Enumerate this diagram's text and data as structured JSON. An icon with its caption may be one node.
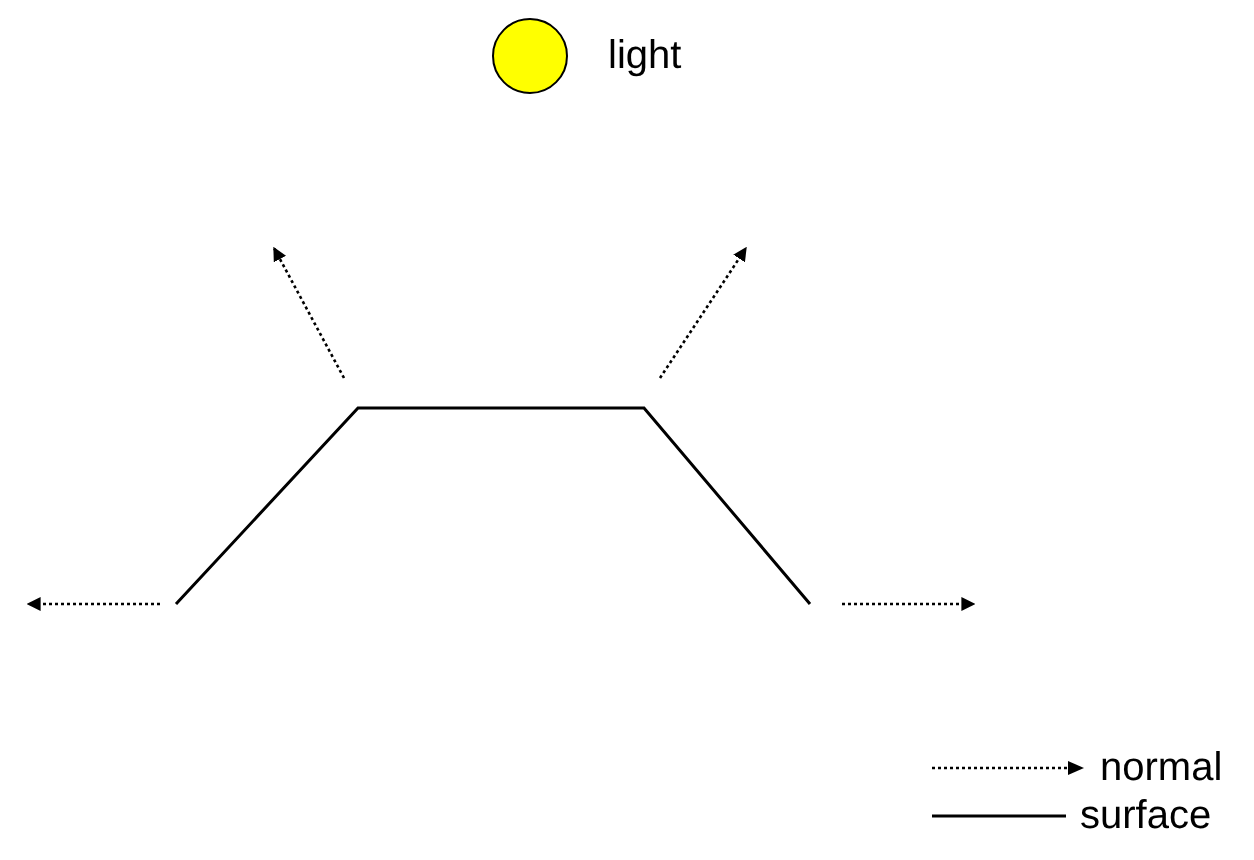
{
  "diagram": {
    "nodes": [
      {
        "text": [],
        "shape": "circle",
        "beside": [
          "light"
        ]
      }
    ],
    "legend": [
      {
        "text": "normal"
      },
      {
        "text": "surface"
      }
    ]
  }
}
